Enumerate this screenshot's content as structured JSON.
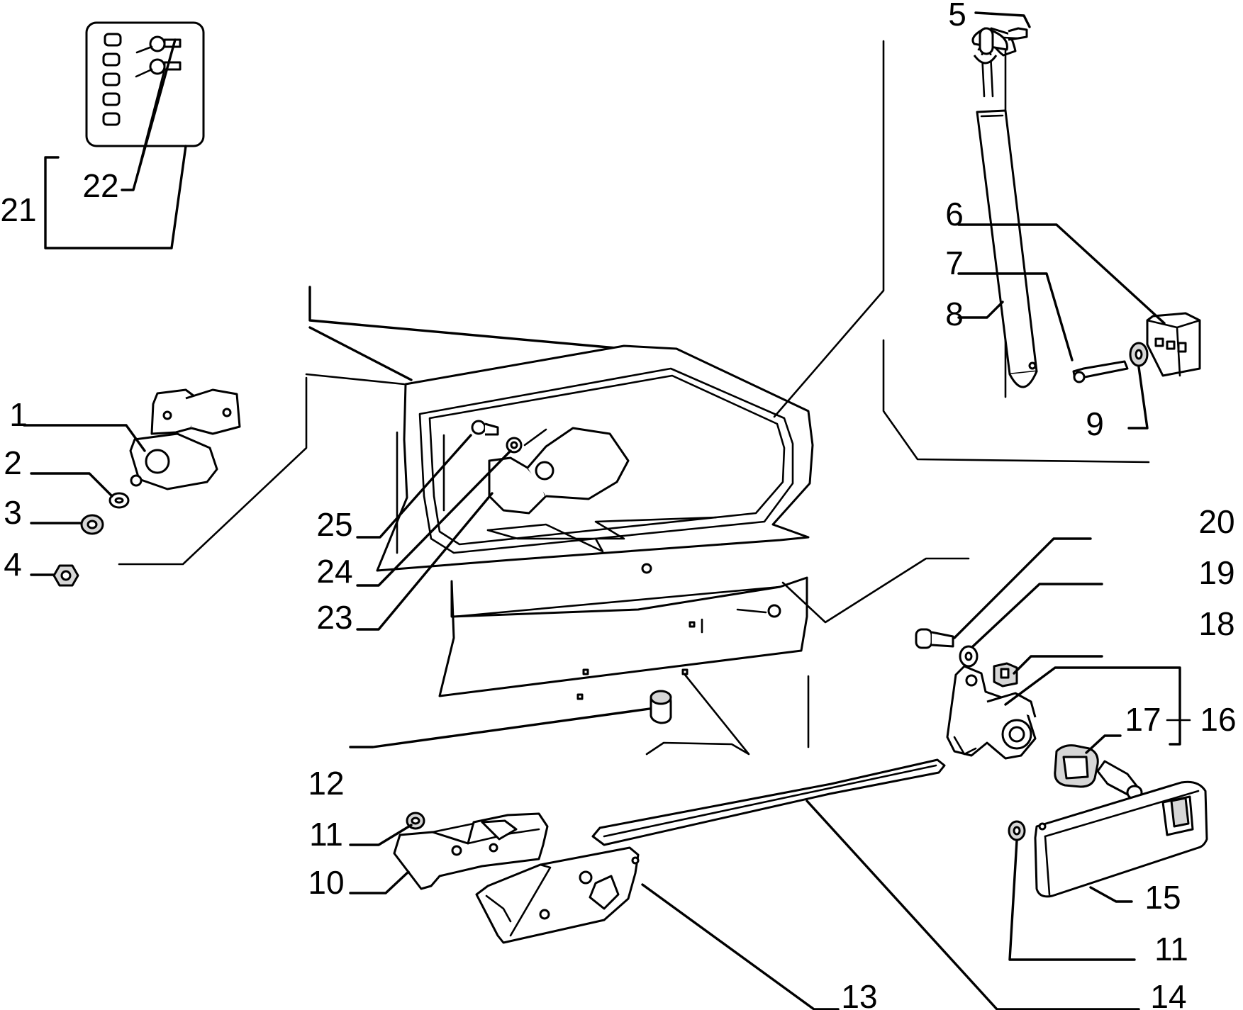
{
  "callouts": [
    {
      "id": "c1",
      "text": "1"
    },
    {
      "id": "c2",
      "text": "2"
    },
    {
      "id": "c3",
      "text": "3"
    },
    {
      "id": "c4",
      "text": "4"
    },
    {
      "id": "c5",
      "text": "5"
    },
    {
      "id": "c6",
      "text": "6"
    },
    {
      "id": "c7",
      "text": "7"
    },
    {
      "id": "c8",
      "text": "8"
    },
    {
      "id": "c9",
      "text": "9"
    },
    {
      "id": "c10",
      "text": "10"
    },
    {
      "id": "c11a",
      "text": "11"
    },
    {
      "id": "c11b",
      "text": "11"
    },
    {
      "id": "c12",
      "text": "12"
    },
    {
      "id": "c13",
      "text": "13"
    },
    {
      "id": "c14",
      "text": "14"
    },
    {
      "id": "c15",
      "text": "15"
    },
    {
      "id": "c16",
      "text": "16"
    },
    {
      "id": "c17",
      "text": "17"
    },
    {
      "id": "c18",
      "text": "18"
    },
    {
      "id": "c19",
      "text": "19"
    },
    {
      "id": "c20",
      "text": "20"
    },
    {
      "id": "c21",
      "text": "21"
    },
    {
      "id": "c22",
      "text": "22"
    },
    {
      "id": "c23",
      "text": "23"
    },
    {
      "id": "c24",
      "text": "24"
    },
    {
      "id": "c25",
      "text": "25"
    }
  ]
}
